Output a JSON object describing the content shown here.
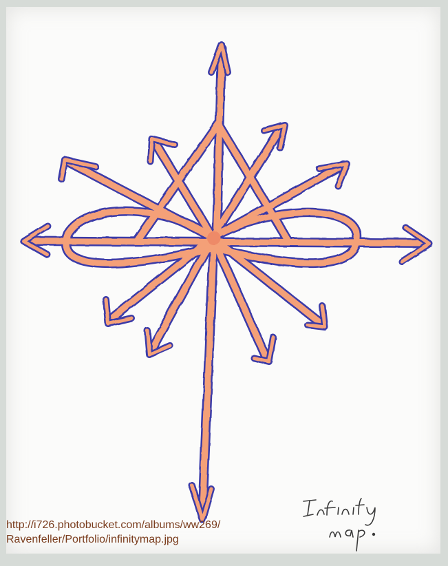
{
  "image": {
    "subject": "hand-drawn compass rose with arrows and an infinity loop",
    "ink_fill_color": "#f4a078",
    "ink_outline_color": "#3b3aa8",
    "paper_color": "#fbfbfa",
    "frame_color": "#d6dbd7"
  },
  "handwritten_note": {
    "line1": "Infinity",
    "line2": "map."
  },
  "caption": {
    "line1": "http://i726.photobucket.com/albums/ww269/",
    "line2": "Ravenfeller/Portfolio/infinitymap.jpg",
    "color": "#7a3d1e"
  }
}
